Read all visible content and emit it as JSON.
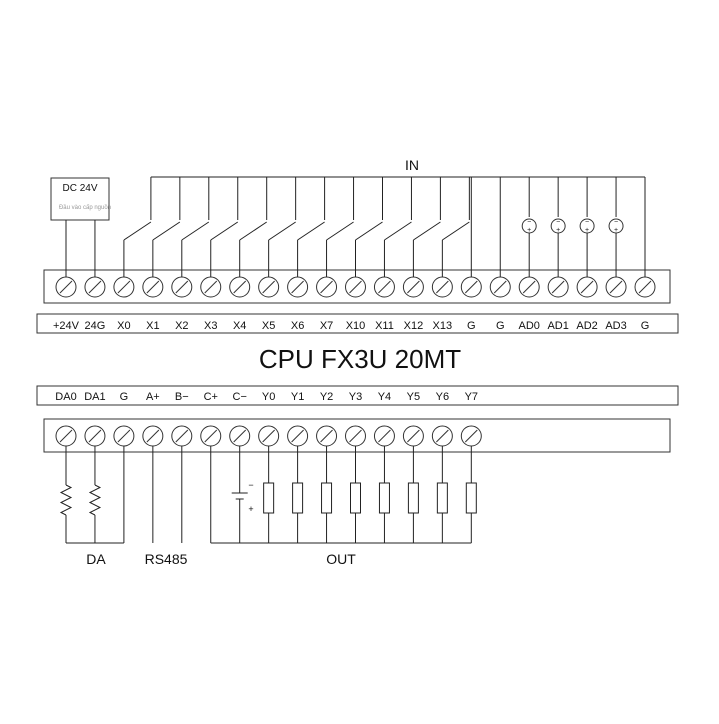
{
  "title": "CPU FX3U 20MT",
  "power_box": {
    "label": "DC  24V",
    "caption": "Đầu vào cấp nguồn"
  },
  "top_group_label": "IN",
  "top_labels": [
    "+24V",
    "24G",
    "X0",
    "X1",
    "X2",
    "X3",
    "X4",
    "X5",
    "X6",
    "X7",
    "X10",
    "X11",
    "X12",
    "X13",
    "G",
    "G",
    "AD0",
    "AD1",
    "AD2",
    "AD3",
    "G"
  ],
  "bottom_labels": [
    "DA0",
    "DA1",
    "G",
    "A+",
    "B−",
    "C+",
    "C−",
    "Y0",
    "Y1",
    "Y2",
    "Y3",
    "Y4",
    "Y5",
    "Y6",
    "Y7"
  ],
  "bottom_group_labels": {
    "da": "DA",
    "rs485": "RS485",
    "out": "OUT"
  },
  "battery_signs": {
    "minus": "−",
    "plus": "+"
  }
}
